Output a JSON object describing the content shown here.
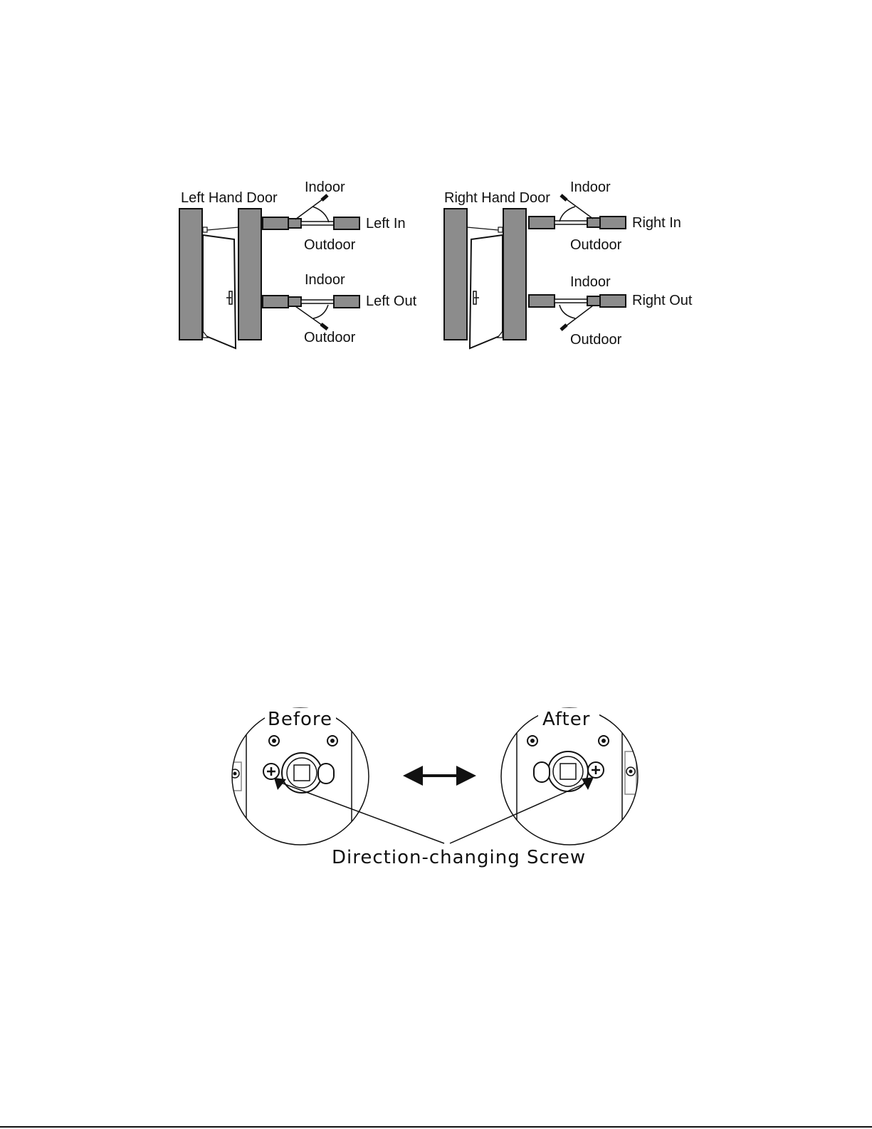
{
  "left_door": {
    "title": "Left Hand Door",
    "in_config": {
      "indoor": "Indoor",
      "outdoor": "Outdoor",
      "label": "Left In"
    },
    "out_config": {
      "indoor": "Indoor",
      "outdoor": "Outdoor",
      "label": "Left Out"
    }
  },
  "right_door": {
    "title": "Right Hand Door",
    "in_config": {
      "indoor": "Indoor",
      "outdoor": "Outdoor",
      "label": "Right In"
    },
    "out_config": {
      "indoor": "Indoor",
      "outdoor": "Outdoor",
      "label": "Right Out"
    }
  },
  "screw_figure": {
    "before": "Before",
    "after": "After",
    "caption": "Direction-changing Screw"
  }
}
